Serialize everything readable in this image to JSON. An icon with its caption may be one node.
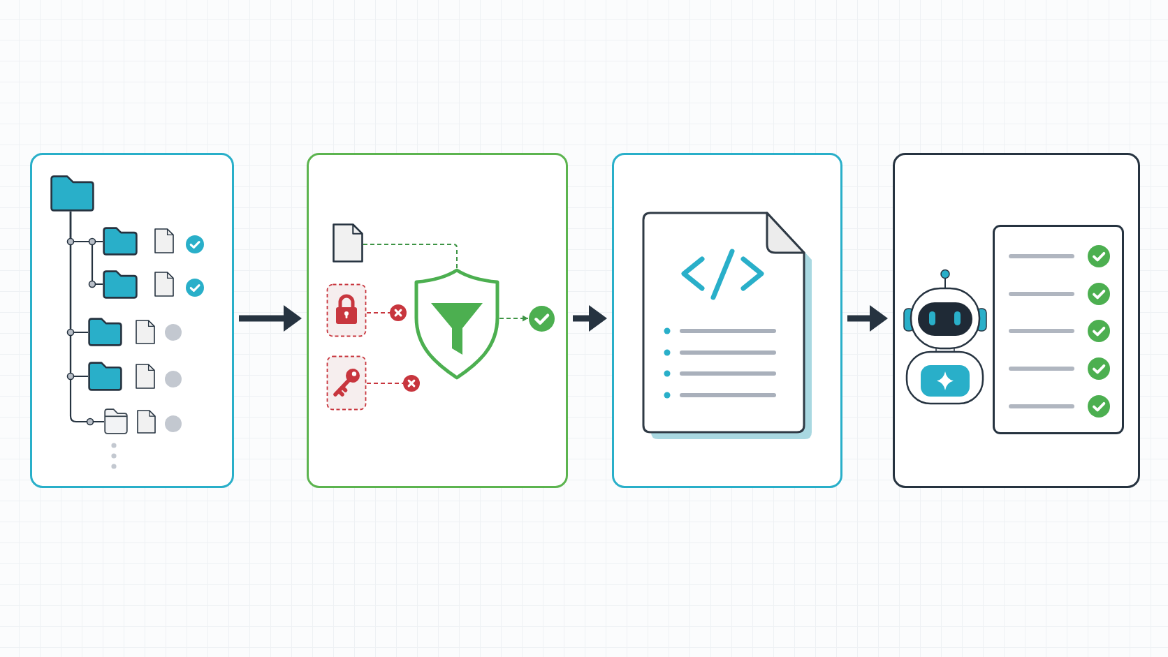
{
  "diagram": {
    "nodes": [
      {
        "text": [],
        "shape": "box"
      },
      {
        "text": [],
        "shape": "folder",
        "in": 0
      },
      {
        "text": [],
        "shape": "folder",
        "in": 0
      },
      {
        "text": [],
        "shape": "folder",
        "in": 0
      },
      {
        "text": [],
        "shape": "folder",
        "in": 0
      },
      {
        "text": [],
        "shape": "folder",
        "in": 0
      },
      {
        "text": [],
        "shape": "folder",
        "in": 0
      },
      {
        "text": [],
        "shape": "box"
      },
      {
        "text": [],
        "shape": "file",
        "in": 7
      },
      {
        "text": [],
        "shape": "lock",
        "in": 7
      },
      {
        "text": [],
        "shape": "cross",
        "in": 7
      },
      {
        "text": [],
        "shape": "key",
        "in": 7
      },
      {
        "text": [],
        "shape": "cross",
        "in": 7
      },
      {
        "text": [],
        "shape": "shield",
        "in": 7
      },
      {
        "text": [],
        "shape": "check",
        "in": 7
      },
      {
        "text": [],
        "shape": "box"
      },
      {
        "text": [],
        "shape": "box"
      }
    ],
    "edges": [
      {
        "from": 1,
        "to": 2,
        "arrow": "none"
      },
      {
        "from": 1,
        "to": 3,
        "arrow": "none"
      },
      {
        "from": 1,
        "to": 4,
        "arrow": "none"
      },
      {
        "from": 1,
        "to": 5,
        "arrow": "none"
      },
      {
        "from": 1,
        "to": 6,
        "arrow": "none"
      },
      {
        "from": 0,
        "to": 7,
        "arrow": "to",
        "style": "thick"
      },
      {
        "from": 8,
        "to": 13,
        "arrow": "none",
        "style": "dashed",
        "color": "#3e9445"
      },
      {
        "from": 9,
        "to": 10,
        "arrow": "none",
        "style": "dashed",
        "color": "#c8363e"
      },
      {
        "from": 11,
        "to": 12,
        "arrow": "none",
        "style": "dashed",
        "color": "#c8363e"
      },
      {
        "from": 13,
        "to": 14,
        "arrow": "to",
        "style": "dashed",
        "color": "#3e9445"
      },
      {
        "from": 7,
        "to": 15,
        "arrow": "to",
        "style": "thick"
      },
      {
        "from": 15,
        "to": 16,
        "arrow": "to",
        "style": "thick"
      }
    ]
  }
}
